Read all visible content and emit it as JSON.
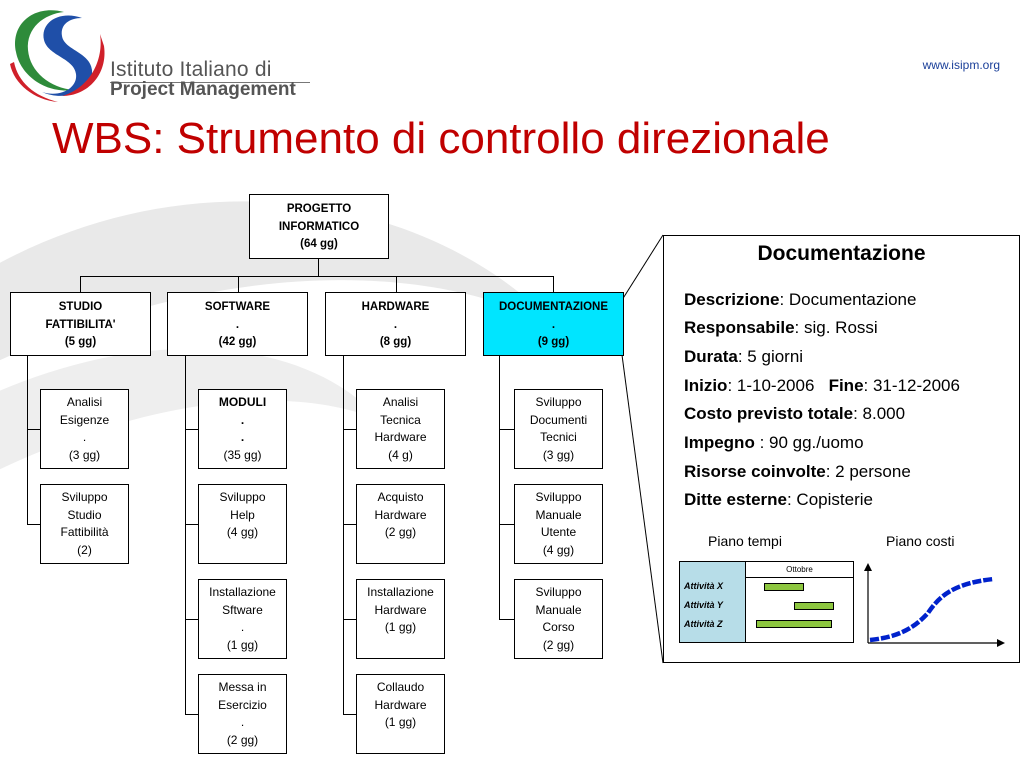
{
  "header": {
    "logo_line1": "Istituto Italiano di",
    "logo_line2": "Project Management",
    "site_url": "www.isipm.org",
    "title": "WBS: Strumento di controllo direzionale"
  },
  "colors": {
    "title": "#c00000",
    "highlight": "#00e5ff",
    "gantt_bar": "#8dc63f",
    "curve": "#0022cc"
  },
  "wbs": {
    "root": [
      "PROGETTO",
      "INFORMATICO",
      "(64 gg)"
    ],
    "level1": [
      [
        "STUDIO",
        "FATTIBILITA'",
        "(5 gg)"
      ],
      [
        "SOFTWARE",
        ".",
        "(42 gg)"
      ],
      [
        "HARDWARE",
        ".",
        "(8 gg)"
      ],
      [
        "DOCUMENTAZIONE",
        ".",
        "(9 gg)"
      ]
    ],
    "studio": [
      [
        "Analisi",
        "Esigenze",
        ".",
        "(3 gg)"
      ],
      [
        "Sviluppo",
        "Studio",
        "Fattibilità",
        "(2)"
      ]
    ],
    "software": [
      [
        "MODULI",
        ".",
        ".",
        "(35 gg)"
      ],
      [
        "Sviluppo",
        "Help",
        "(4 gg)"
      ],
      [
        "Installazione",
        "Sftware",
        ".",
        "(1 gg)"
      ],
      [
        "Messa in",
        "Esercizio",
        ".",
        "(2 gg)"
      ]
    ],
    "hardware": [
      [
        "Analisi",
        "Tecnica",
        "Hardware",
        "(4 g)"
      ],
      [
        "Acquisto",
        "Hardware",
        "(2 gg)"
      ],
      [
        "Installazione",
        "Hardware",
        "(1 gg)"
      ],
      [
        "Collaudo",
        "Hardware",
        "(1 gg)"
      ]
    ],
    "documentazione": [
      [
        "Sviluppo",
        "Documenti",
        "Tecnici",
        "(3 gg)"
      ],
      [
        "Sviluppo",
        "Manuale",
        "Utente",
        "(4 gg)"
      ],
      [
        "Sviluppo",
        "Manuale",
        "Corso",
        "(2 gg)"
      ]
    ]
  },
  "detail": {
    "title": "Documentazione",
    "descrizione_label": "Descrizione",
    "descrizione_value": ": Documentazione",
    "responsabile_label": "Responsabile",
    "responsabile_value": ": sig. Rossi",
    "durata_label": "Durata",
    "durata_value": ": 5 giorni",
    "inizio_label": "Inizio",
    "inizio_value": ": 1-10-2006",
    "fine_label": "Fine",
    "fine_value": ": 31-12-2006",
    "costo_label": "Costo previsto totale",
    "costo_value": ": 8.000",
    "impegno_label": "Impegno",
    "impegno_value": " : 90 gg./uomo",
    "risorse_label": "Risorse coinvolte",
    "risorse_value": ": 2 persone",
    "ditte_label": "Ditte esterne",
    "ditte_value": ": Copisterie",
    "piano_tempi": "Piano tempi",
    "piano_costi": "Piano costi",
    "gantt_header": "Ottobre",
    "activities": [
      "Attività X",
      "Attività Y",
      "Attività Z"
    ]
  }
}
